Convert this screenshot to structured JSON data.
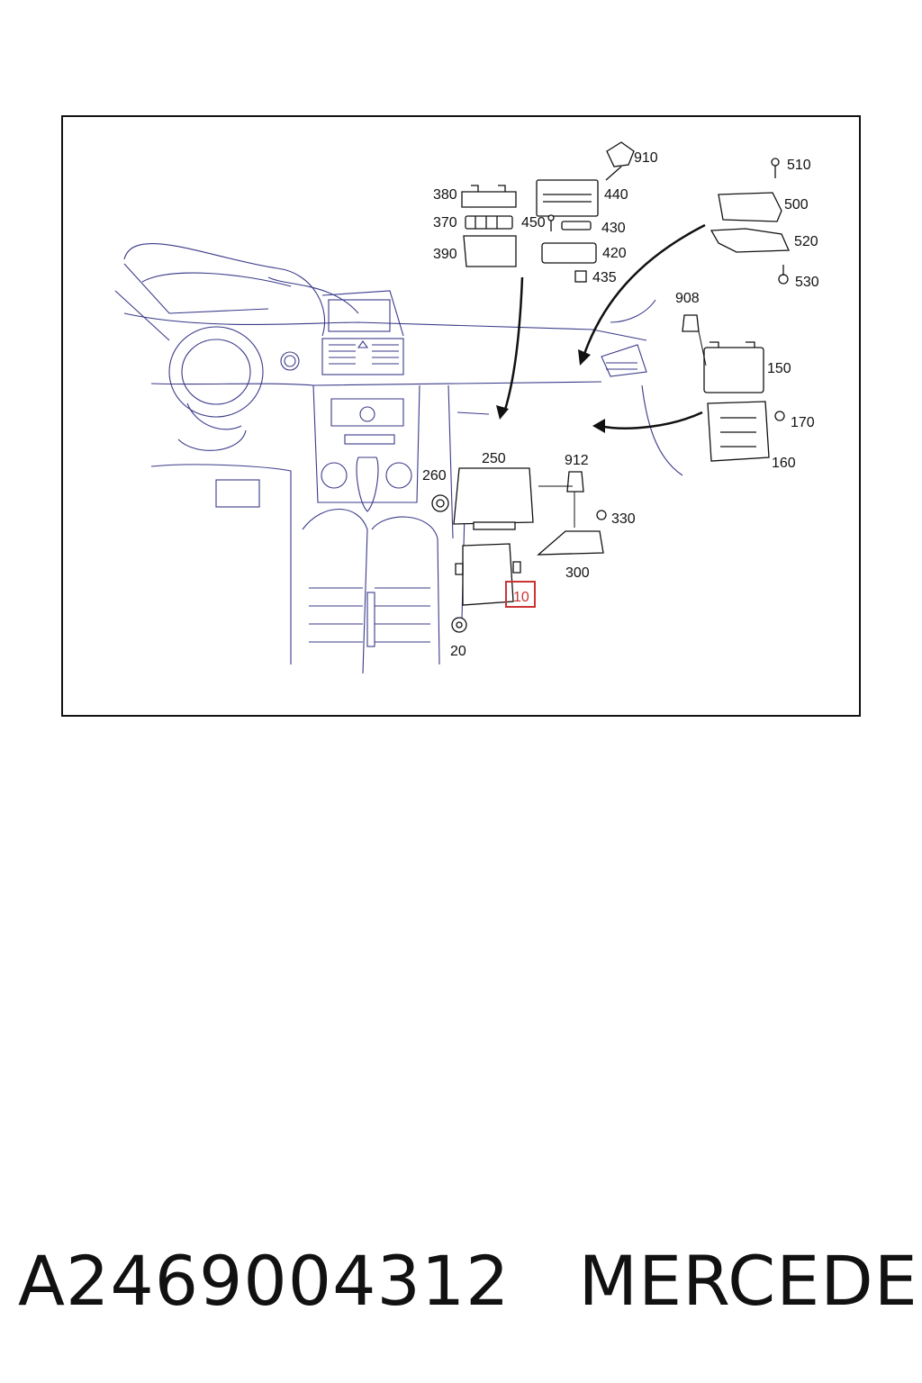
{
  "diagram": {
    "callouts": {
      "c910": "910",
      "c510": "510",
      "c380": "380",
      "c440": "440",
      "c500": "500",
      "c370": "370",
      "c450": "450",
      "c430": "430",
      "c520": "520",
      "c390": "390",
      "c420": "420",
      "c435": "435",
      "c530": "530",
      "c908": "908",
      "c150": "150",
      "c170": "170",
      "c160": "160",
      "c250": "250",
      "c912": "912",
      "c260": "260",
      "c330": "330",
      "c300": "300",
      "c10": "10",
      "c20": "20"
    },
    "highlighted_callout": "10",
    "colors": {
      "dashboard_lines": "#3a3a8a",
      "parts": "#111111",
      "highlight": "#cc3333"
    }
  },
  "footer": {
    "part_number": "A2469004312",
    "brand": "MERCEDES"
  }
}
